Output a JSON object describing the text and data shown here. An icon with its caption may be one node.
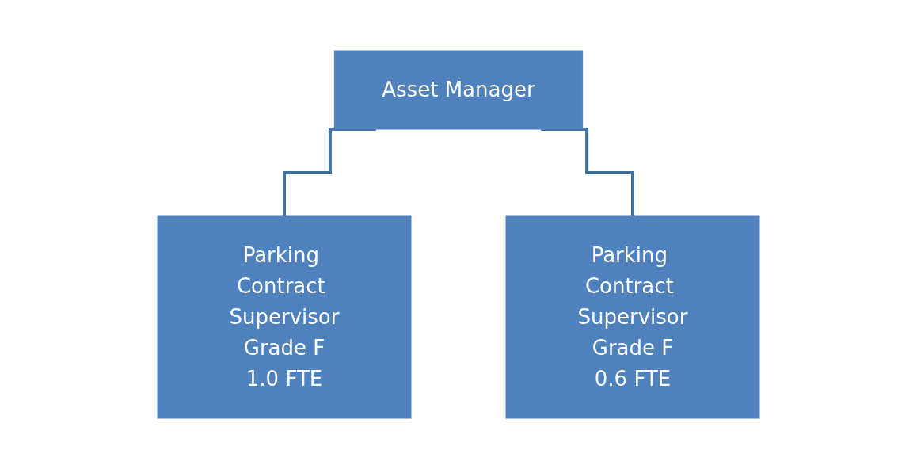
{
  "diagram": {
    "nodes": [
      {
        "text": [
          "Asset Manager"
        ]
      },
      {
        "text": [
          "Parking Contract Supervisor",
          "Grade F",
          "1.0 FTE"
        ]
      },
      {
        "text": [
          "Parking Contract Supervisor",
          "Grade F",
          "0.6 FTE"
        ]
      }
    ],
    "edges": [
      {
        "from": 0,
        "to": 1,
        "arrow": "none"
      },
      {
        "from": 0,
        "to": 2,
        "arrow": "none"
      }
    ]
  }
}
